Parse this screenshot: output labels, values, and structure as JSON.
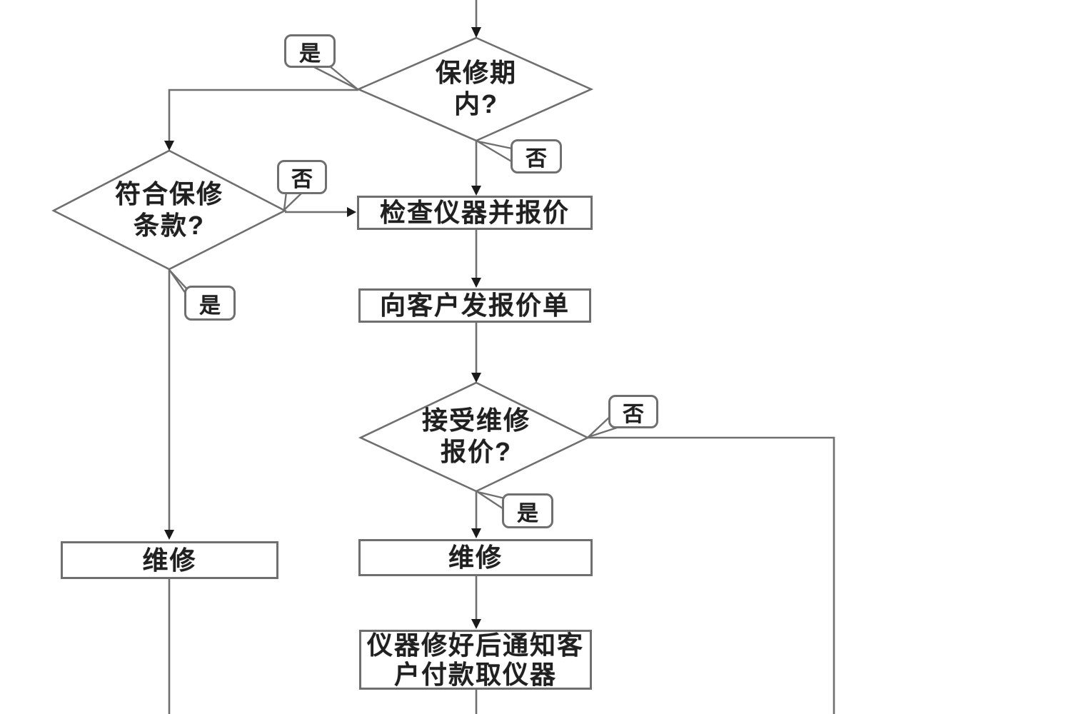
{
  "diagram": {
    "type": "flowchart",
    "language": "zh-CN",
    "colors": {
      "background": "#ffffff",
      "line": "#6f6f6f",
      "arrowhead": "#1a1a1a",
      "text": "#202020",
      "node_fill": "#ffffff"
    },
    "decisions": {
      "warranty_period": {
        "line1": "保修期",
        "line2": "内?"
      },
      "warranty_terms": {
        "line1": "符合保修",
        "line2": "条款?"
      },
      "accept_quote": {
        "line1": "接受维修",
        "line2": "报价?"
      }
    },
    "processes": {
      "check_and_quote": "检查仪器并报价",
      "send_quotation": "向客户发报价单",
      "repair_left": "维修",
      "repair_center": "维修",
      "notify_pickup": {
        "line1": "仪器修好后通知客",
        "line2": "户付款取仪器"
      }
    },
    "edge_labels": {
      "warranty_yes": "是",
      "warranty_no": "否",
      "terms_no": "否",
      "terms_yes": "是",
      "quote_no": "否",
      "quote_yes": "是"
    }
  }
}
